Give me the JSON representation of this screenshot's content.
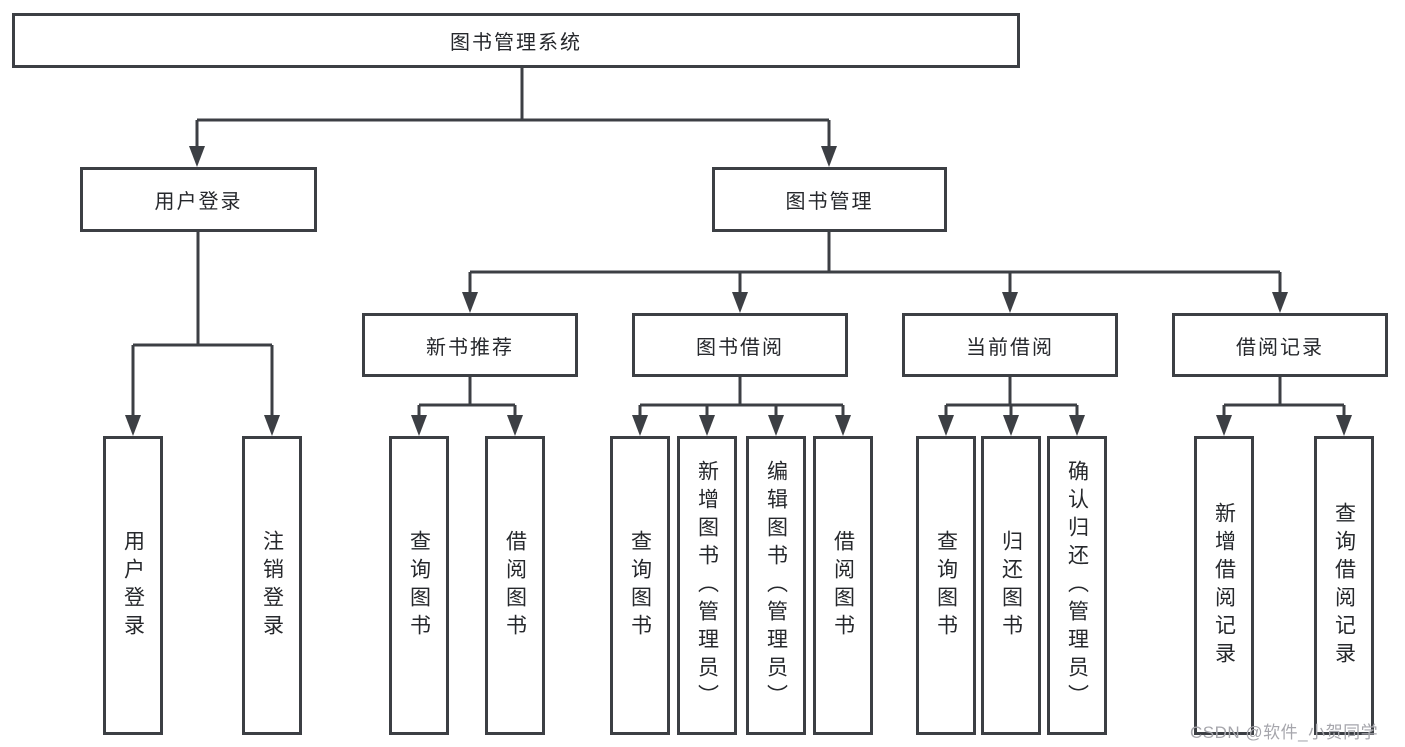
{
  "tree": {
    "label": "图书管理系统",
    "children": [
      {
        "label": "用户登录",
        "children": [
          {
            "label": "用户登录"
          },
          {
            "label": "注销登录"
          }
        ]
      },
      {
        "label": "图书管理",
        "children": [
          {
            "label": "新书推荐",
            "children": [
              {
                "label": "查询图书"
              },
              {
                "label": "借阅图书"
              }
            ]
          },
          {
            "label": "图书借阅",
            "children": [
              {
                "label": "查询图书"
              },
              {
                "label": "新增图书（管理员）"
              },
              {
                "label": "编辑图书（管理员）"
              },
              {
                "label": "借阅图书"
              }
            ]
          },
          {
            "label": "当前借阅",
            "children": [
              {
                "label": "查询图书"
              },
              {
                "label": "归还图书"
              },
              {
                "label": "确认归还（管理员）"
              }
            ]
          },
          {
            "label": "借阅记录",
            "children": [
              {
                "label": "新增借阅记录"
              },
              {
                "label": "查询借阅记录"
              }
            ]
          }
        ]
      }
    ]
  },
  "watermark": "CSDN @软件_小贺同学",
  "colors": {
    "line": "#3c3f44",
    "text": "#26282c",
    "watermark": "#a6a6ac",
    "background": "#ffffff"
  }
}
